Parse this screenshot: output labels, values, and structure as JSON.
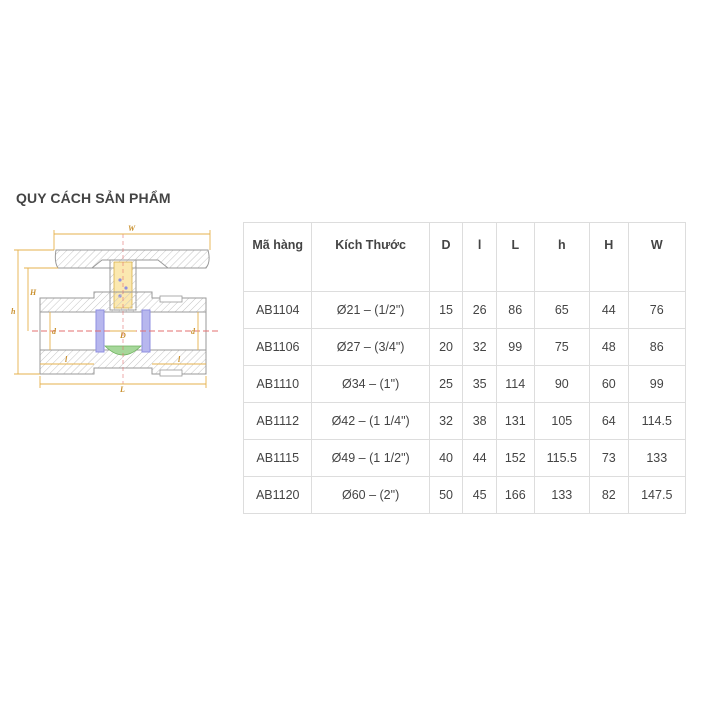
{
  "section": {
    "title": "QUY CÁCH SẢN PHẨM"
  },
  "diagram": {
    "labels": {
      "W": "W",
      "H": "H",
      "h": "h",
      "D": "D",
      "d_left": "d",
      "d_right": "d",
      "l_left": "l",
      "l_right": "l",
      "L": "L"
    },
    "colors": {
      "line": "#9a9a9a",
      "dimension": "#e6b24c",
      "seal": "#8f8fe0",
      "ball": "#a6d79a",
      "axis": "#e36f6f"
    }
  },
  "table": {
    "headers": [
      "Mã hàng",
      "Kích Thước",
      "D",
      "l",
      "L",
      "h",
      "H",
      "W"
    ],
    "rows": [
      [
        "AB1104",
        "Ø21 – (1/2\")",
        "15",
        "26",
        "86",
        "65",
        "44",
        "76"
      ],
      [
        "AB1106",
        "Ø27 – (3/4\")",
        "20",
        "32",
        "99",
        "75",
        "48",
        "86"
      ],
      [
        "AB1110",
        "Ø34 – (1\")",
        "25",
        "35",
        "114",
        "90",
        "60",
        "99"
      ],
      [
        "AB1112",
        "Ø42 – (1 1/4\")",
        "32",
        "38",
        "131",
        "105",
        "64",
        "114.5"
      ],
      [
        "AB1115",
        "Ø49 – (1 1/2\")",
        "40",
        "44",
        "152",
        "115.5",
        "73",
        "133"
      ],
      [
        "AB1120",
        "Ø60 – (2\")",
        "50",
        "45",
        "166",
        "133",
        "82",
        "147.5"
      ]
    ]
  }
}
